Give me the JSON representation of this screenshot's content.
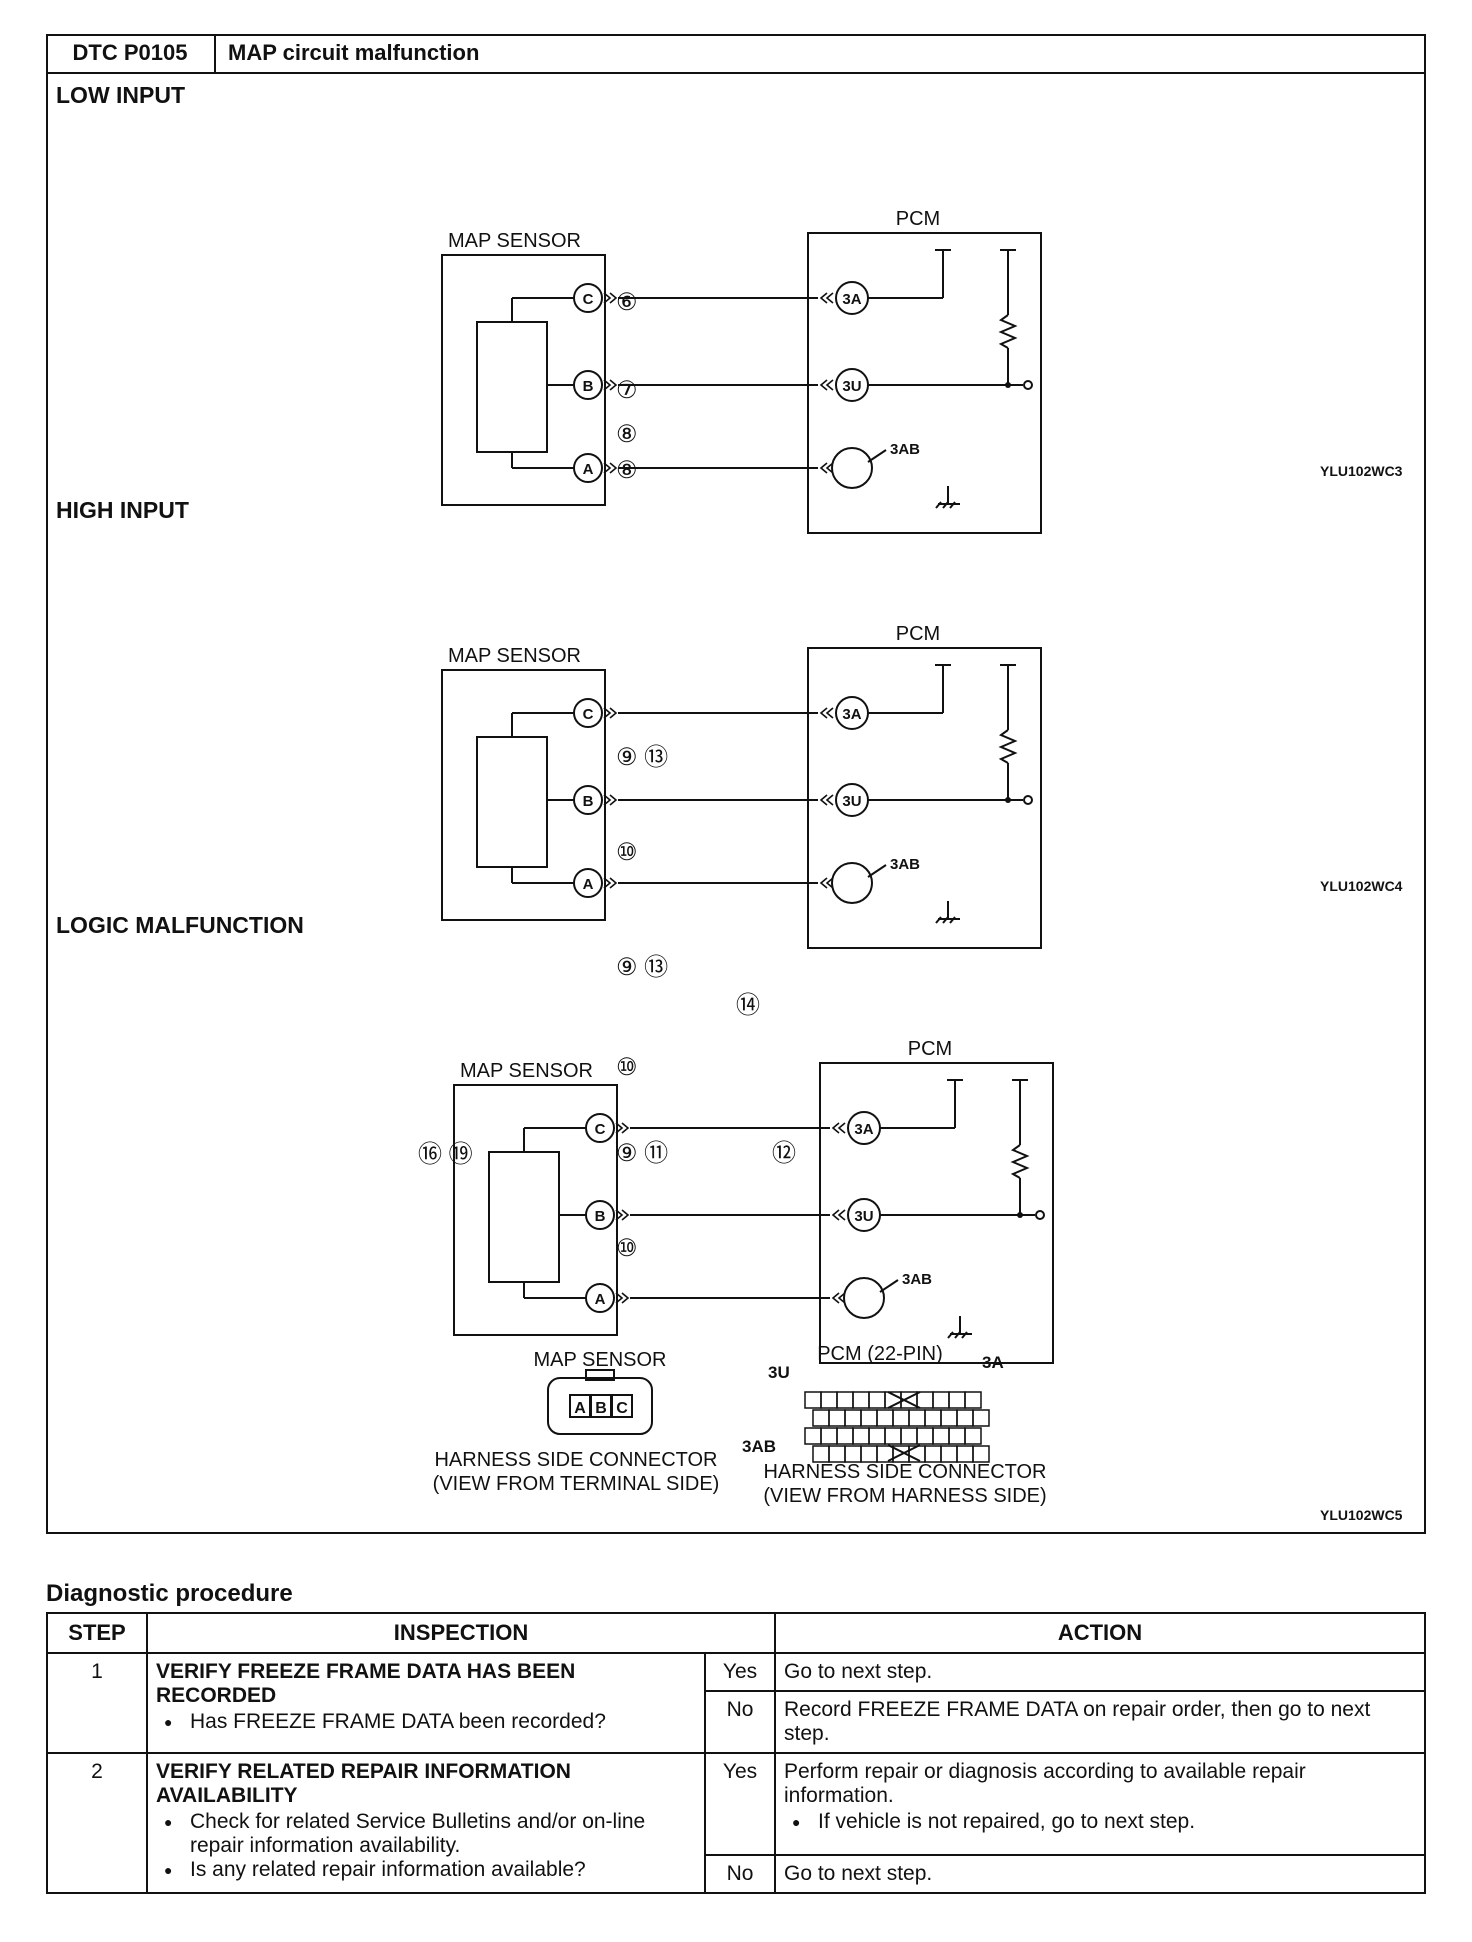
{
  "header": {
    "code": "DTC P0105",
    "title": "MAP circuit malfunction"
  },
  "sections": [
    {
      "title": "LOW INPUT",
      "figure_id": "YLU102WC3"
    },
    {
      "title": "HIGH INPUT",
      "figure_id": "YLU102WC4"
    },
    {
      "title": "LOGIC MALFUNCTION",
      "figure_id": "YLU102WC5"
    }
  ],
  "diagram_labels": {
    "sensor": "MAP SENSOR",
    "pcm": "PCM",
    "sensor_pins": [
      "C",
      "B",
      "A"
    ],
    "pcm_pins": [
      "3A",
      "3U",
      "3AB"
    ],
    "low_input_marks": [
      "⑥",
      "⑦",
      "⑧",
      "⑧"
    ],
    "high_input_marks": [
      "⑨ ⑬",
      "⑩",
      "⑨ ⑬",
      "⑩",
      "⑭",
      "⑨ ⑪",
      "⑫",
      "⑩"
    ],
    "logic_marks": "⑯ ⑲"
  },
  "connectors": {
    "sensor": {
      "title": "MAP SENSOR",
      "pins": [
        "A",
        "B",
        "C"
      ],
      "caption_1": "HARNESS SIDE CONNECTOR",
      "caption_2": "(VIEW FROM TERMINAL SIDE)"
    },
    "pcm": {
      "title": "PCM (22-PIN)",
      "pin_3u": "3U",
      "pin_3a": "3A",
      "pin_3ab": "3AB",
      "caption_1": "HARNESS SIDE CONNECTOR",
      "caption_2": "(VIEW FROM HARNESS SIDE)"
    }
  },
  "procedure": {
    "title": "Diagnostic procedure",
    "columns": {
      "step": "STEP",
      "inspection": "INSPECTION",
      "action": "ACTION"
    },
    "steps": [
      {
        "step": "1",
        "heading": "VERIFY FREEZE FRAME DATA HAS BEEN RECORDED",
        "bullets": [
          "Has FREEZE FRAME DATA been recorded?"
        ],
        "yes_label": "Yes",
        "yes_action": "Go to next step.",
        "no_label": "No",
        "no_action": "Record FREEZE FRAME DATA on repair order, then go to next step."
      },
      {
        "step": "2",
        "heading": "VERIFY RELATED REPAIR INFORMATION AVAILABILITY",
        "bullets": [
          "Check for related Service Bulletins and/or on-line repair information availability.",
          "Is any related repair information available?"
        ],
        "yes_label": "Yes",
        "yes_action": "Perform repair or diagnosis according to available repair information.",
        "yes_bullet": "If vehicle is not repaired, go to next step.",
        "no_label": "No",
        "no_action": "Go to next step."
      }
    ]
  }
}
